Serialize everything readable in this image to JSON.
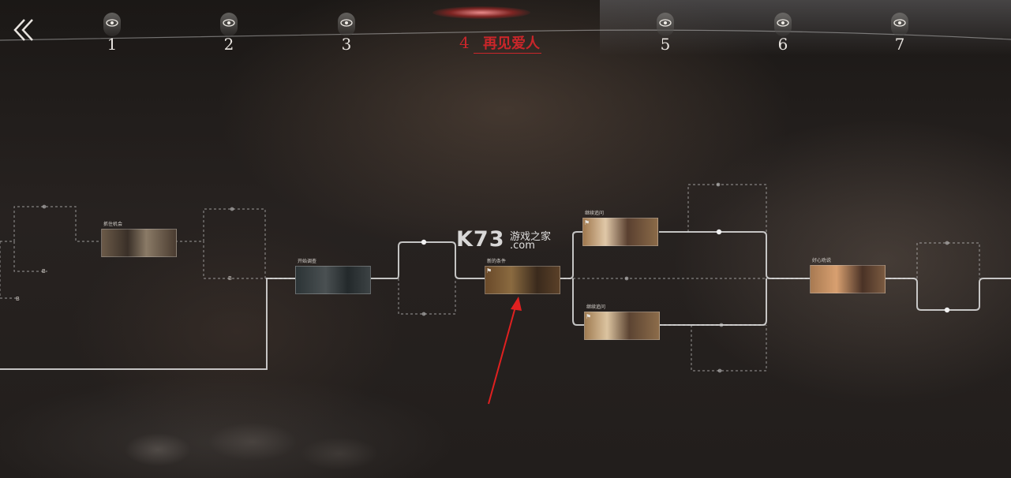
{
  "chapters": [
    {
      "number": "1",
      "icon": "eye-icon"
    },
    {
      "number": "2",
      "icon": "eye-icon"
    },
    {
      "number": "3",
      "icon": "eye-icon"
    },
    {
      "number": "5",
      "icon": "eye-icon"
    },
    {
      "number": "6",
      "icon": "eye-icon"
    },
    {
      "number": "7",
      "icon": "eye-icon"
    }
  ],
  "current_chapter": {
    "number": "4",
    "title": "再见爱人",
    "color": "#c9262a"
  },
  "nodes": [
    {
      "label": "抓住机会",
      "colors": [
        "#6b5a48",
        "#3a3028",
        "#8a7a66"
      ]
    },
    {
      "label": "开始调查",
      "colors": [
        "#2c3436",
        "#4a5052",
        "#23292b"
      ]
    },
    {
      "label": "新的条件",
      "colors": [
        "#6a4a2a",
        "#8a6a40",
        "#3a2a1c"
      ]
    },
    {
      "label": "继续追问",
      "colors": [
        "#a0784e",
        "#e0c8a8",
        "#5a4030"
      ]
    },
    {
      "label": "继续追问",
      "colors": [
        "#a07c52",
        "#dcc4a0",
        "#5c4432"
      ]
    },
    {
      "label": "好心劝说",
      "colors": [
        "#a87a52",
        "#d8a070",
        "#4a3226"
      ]
    }
  ],
  "b_tags": [
    "B",
    "B",
    "B"
  ],
  "watermark": {
    "logo": "K73",
    "cn": "游戏之家",
    "domain": ".com"
  },
  "icons": {
    "back": "double-chevron-left-icon",
    "pointer": "red-arrow-annotation",
    "branch_flag": "flag-icon"
  },
  "accent_color": "#c9262a"
}
